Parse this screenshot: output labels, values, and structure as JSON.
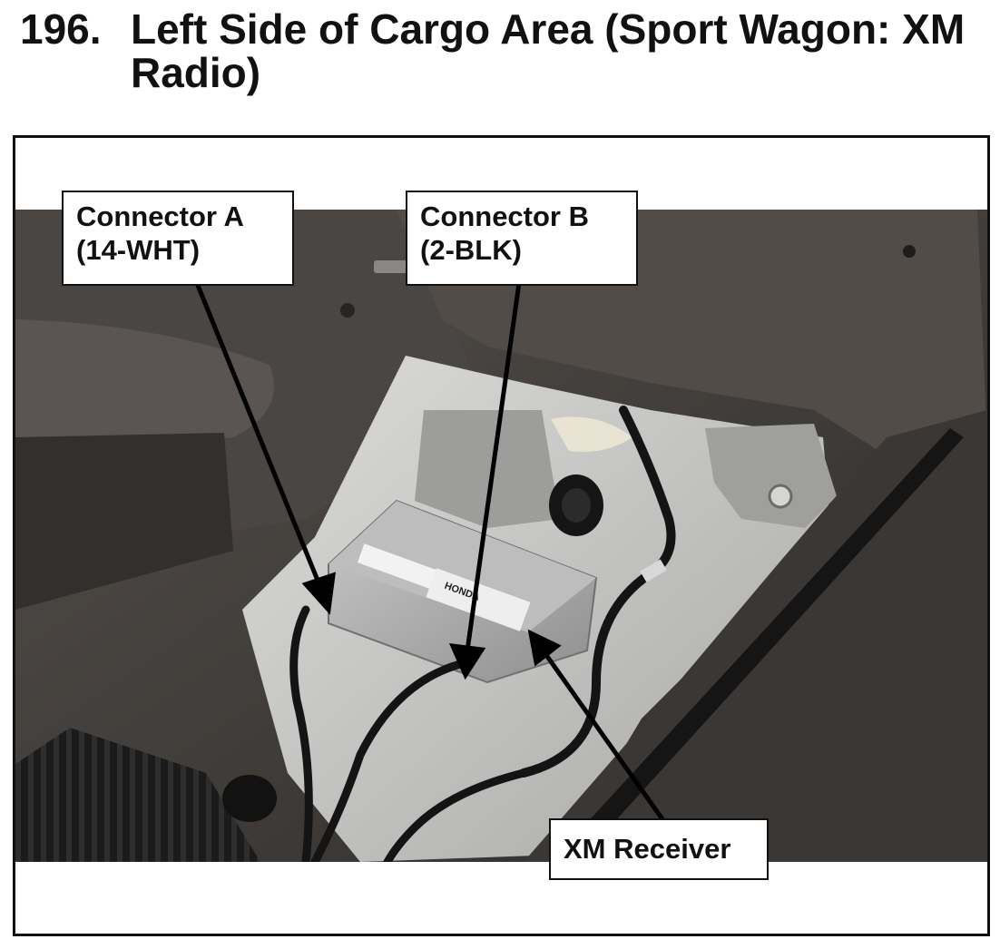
{
  "title": {
    "number": "196.",
    "text": "Left Side of Cargo Area (Sport Wagon: XM Radio)"
  },
  "callouts": {
    "connector_a": {
      "line1": "Connector A",
      "line2": "(14-WHT)"
    },
    "connector_b": {
      "line1": "Connector B",
      "line2": "(2-BLK)"
    },
    "xm_receiver": {
      "line1": "XM Receiver"
    }
  },
  "colors": {
    "carpet": "#3f3b38",
    "panel": "#c9c9c7",
    "metal": "#a9aaa8",
    "harness": "#141414",
    "foam": "#e8e3d2"
  },
  "label_text": {
    "receiver_brand": "HONDA"
  }
}
